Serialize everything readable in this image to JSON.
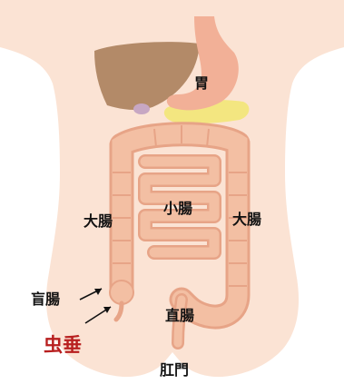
{
  "labels": {
    "stomach": "胃",
    "small_intestine": "小腸",
    "large_intestine_left": "大腸",
    "large_intestine_right": "大腸",
    "cecum": "盲腸",
    "appendix": "虫垂",
    "rectum": "直腸",
    "anus": "肛門"
  },
  "colors": {
    "body": "#fbe3d4",
    "liver": "#b38a68",
    "stomach": "#f2b097",
    "pancreas": "#f3e680",
    "gallbladder": "#c7a7c3",
    "intestine": "#f3bfa3",
    "intestine_edge": "#e7a487",
    "appendix_label": "#b81f1f"
  }
}
